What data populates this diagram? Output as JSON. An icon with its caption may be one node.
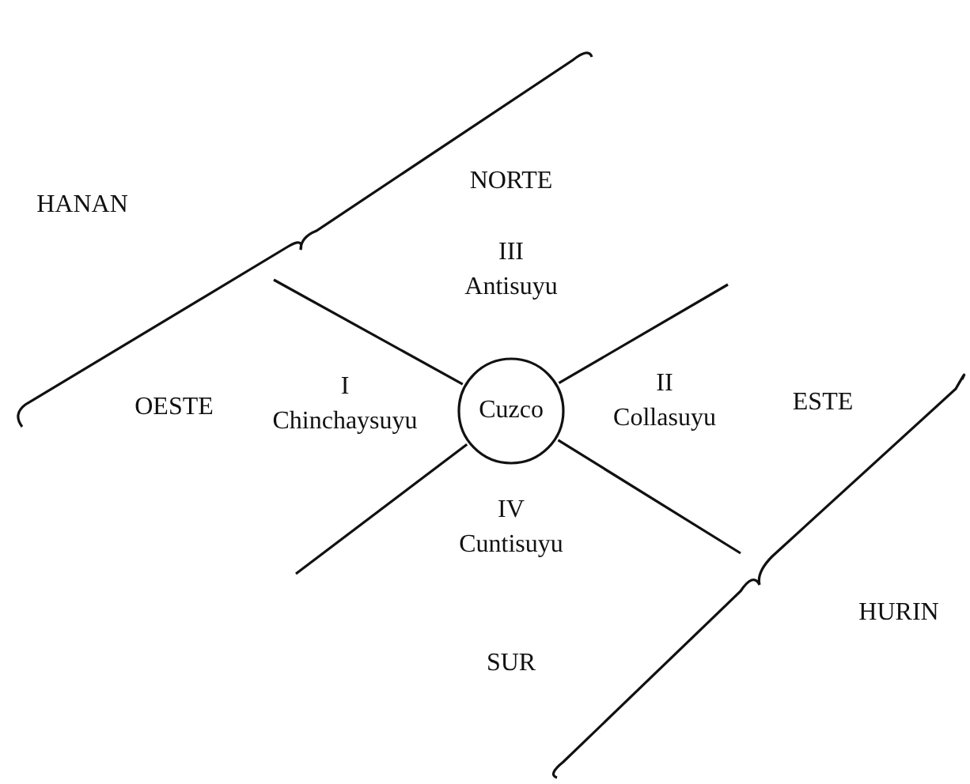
{
  "diagram": {
    "nodes": [
      {
        "text": [
          "Cuzco"
        ]
      }
    ],
    "labels": [
      "HANAN",
      "NORTE",
      "III Antisuyu",
      "OESTE",
      "I Chinchaysuyu",
      "II Collasuyu",
      "ESTE",
      "IV Cuntisuyu",
      "SUR",
      "HURIN"
    ]
  }
}
